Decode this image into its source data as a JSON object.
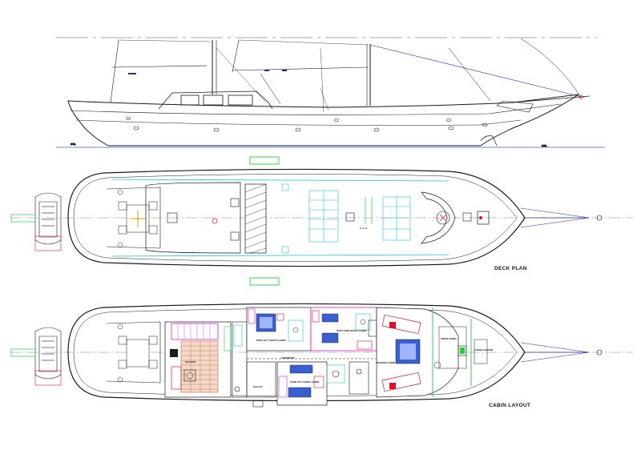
{
  "profile": {
    "dwl_left": "DWL",
    "dwl_right": "DWL"
  },
  "deck_plan": {
    "title": "DECK PLAN"
  },
  "cabin_layout": {
    "title": "CABIN LAYOUT",
    "rooms": {
      "saloon": "SALOON",
      "galley": "GALLEY",
      "corridor": "CORRIDOR",
      "port_aft_guest": "PORT AFT GUEST CABIN",
      "port_fwd_guest": "PORT FWD GUEST CABIN",
      "stbd_aft_guest": "STBD AFT GUEST CABIN",
      "master": "MASTER CABIN",
      "crew": "CREW CABIN",
      "cabin_locker": "CABIN LOCKER"
    }
  },
  "colors": {
    "hull": "#1a1a1a",
    "waterline": "#3b5bdb",
    "rigging": "#1f2fa8",
    "green": "#1fd13a",
    "cyan": "#16c6d6",
    "red": "#e0102a",
    "magenta": "#d81bd8",
    "blue_fill": "#3a5fd0",
    "wood": "#b5562a"
  }
}
